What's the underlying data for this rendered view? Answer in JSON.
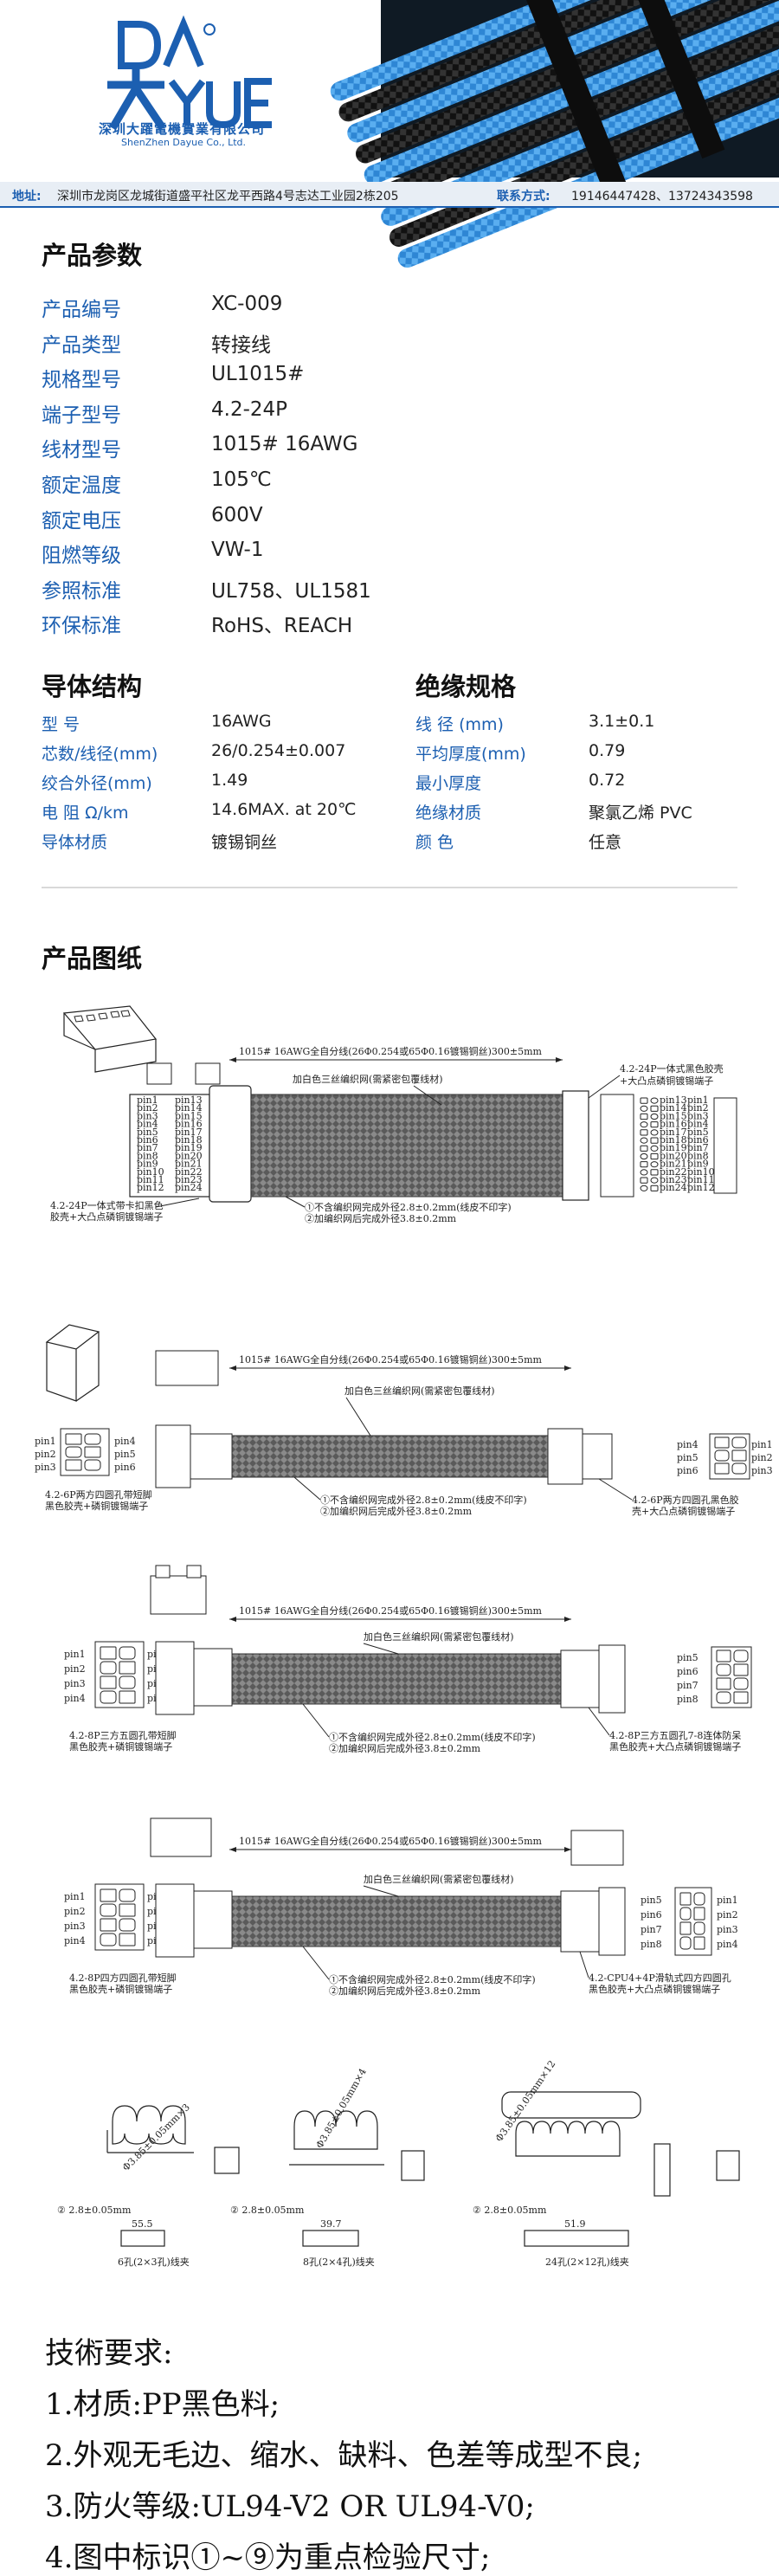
{
  "header": {
    "logo_letters": "DAYUE",
    "logo_cn": "深圳大躍電機實業有限公司",
    "logo_en": "ShenZhen Dayue Co., Ltd.",
    "address_label": "地址:",
    "address": "深圳市龙岗区龙城街道盛平社区龙平西路4号志达工业园2栋205",
    "contact_label": "联系方式:",
    "contact": "19146447428、13724343598"
  },
  "params": {
    "title": "产品参数",
    "rows": [
      {
        "k": "产品编号",
        "v": "XC-009"
      },
      {
        "k": "产品类型",
        "v": "转接线"
      },
      {
        "k": "规格型号",
        "v": "UL1015#"
      },
      {
        "k": "端子型号",
        "v": "4.2-24P"
      },
      {
        "k": "线材型号",
        "v": "1015# 16AWG"
      },
      {
        "k": "额定温度",
        "v": "105℃"
      },
      {
        "k": "额定电压",
        "v": "600V"
      },
      {
        "k": "阻燃等级",
        "v": "VW-1"
      },
      {
        "k": "参照标准",
        "v": "UL758、UL1581"
      },
      {
        "k": "环保标准",
        "v": "RoHS、REACH"
      }
    ]
  },
  "conductor": {
    "title": "导体结构",
    "rows": [
      {
        "k": "型  号",
        "v": "16AWG"
      },
      {
        "k": "芯数/线径(mm)",
        "v": "26/0.254±0.007"
      },
      {
        "k": "绞合外径(mm)",
        "v": "1.49"
      },
      {
        "k": "电 阻 Ω/km",
        "v": "14.6MAX. at 20℃"
      },
      {
        "k": "导体材质",
        "v": "镀锡铜丝"
      }
    ]
  },
  "insulation": {
    "title": "绝缘规格",
    "rows": [
      {
        "k": "线 径 (mm)",
        "v": "3.1±0.1"
      },
      {
        "k": "平均厚度(mm)",
        "v": "0.79"
      },
      {
        "k": "最小厚度",
        "v": "0.72"
      },
      {
        "k": "绝缘材质",
        "v": "聚氯乙烯 PVC"
      },
      {
        "k": "颜  色",
        "v": "任意"
      }
    ]
  },
  "drawings": {
    "title": "产品图纸",
    "d1": {
      "dim": "1015# 16AWG全自分线(26Φ0.254或65Φ0.16镀锡铜丝)300±5mm",
      "braid": "加白色三丝编织网(需紧密包覆线材)",
      "right_note1": "4.2-24P一体式黑色胶壳",
      "right_note2": "+大凸点磷铜镀锡端子",
      "left_note1": "4.2-24P一体式带卡扣黑色",
      "left_note2": "胶壳+大凸点磷铜镀锡端子",
      "n1": "①不含编织网完成外径2.8±0.2mm(线皮不印字)",
      "n2": "②加编织网后完成外径3.8±0.2mm",
      "pins_left_a": [
        "pin13",
        "pin14",
        "pin15",
        "pin16",
        "pin17",
        "pin18",
        "pin19",
        "pin20",
        "pin21",
        "pin22",
        "pin23",
        "pin24"
      ],
      "pins_left_b": [
        "pin1",
        "pin2",
        "pin3",
        "pin4",
        "pin5",
        "pin6",
        "pin7",
        "pin8",
        "pin9",
        "pin10",
        "pin11",
        "pin12"
      ]
    },
    "d2": {
      "dim": "1015# 16AWG全自分线(26Φ0.254或65Φ0.16镀锡铜丝)300±5mm",
      "braid": "加白色三丝编织网(需紧密包覆线材)",
      "left_note1": "4.2-6P两方四圆孔带短脚",
      "left_note2": "黑色胶壳+磷铜镀锡端子",
      "right_note1": "4.2-6P两方四圆孔黑色胶",
      "right_note2": "壳+大凸点磷铜镀锡端子",
      "n1": "①不含编织网完成外径2.8±0.2mm(线皮不印字)",
      "n2": "②加编织网后完成外径3.8±0.2mm",
      "pins_l": [
        "pin1",
        "pin2",
        "pin3"
      ],
      "pins_r": [
        "pin4",
        "pin5",
        "pin6"
      ]
    },
    "d3": {
      "dim": "1015# 16AWG全自分线(26Φ0.254或65Φ0.16镀锡铜丝)300±5mm",
      "braid": "加白色三丝编织网(需紧密包覆线材)",
      "left_note1": "4.2-8P三方五圆孔带短脚",
      "left_note2": "黑色胶壳+磷铜镀锡端子",
      "right_note1": "4.2-8P三方五圆孔7-8连体防呆",
      "right_note2": "黑色胶壳+大凸点磷铜镀锡端子",
      "n1": "①不含编织网完成外径2.8±0.2mm(线皮不印字)",
      "n2": "②加编织网后完成外径3.8±0.2mm",
      "pins_l": [
        "pin1",
        "pin2",
        "pin3",
        "pin4"
      ],
      "pins_r": [
        "pin5",
        "pin6",
        "pin7",
        "pin8"
      ]
    },
    "d4": {
      "dim": "1015# 16AWG全自分线(26Φ0.254或65Φ0.16镀锡铜丝)300±5mm",
      "braid": "加白色三丝编织网(需紧密包覆线材)",
      "left_note1": "4.2-8P四方四圆孔带短脚",
      "left_note2": "黑色胶壳+磷铜镀锡端子",
      "right_note1": "4.2-CPU4+4P滑轨式四方四圆孔",
      "right_note2": "黑色胶壳+大凸点磷铜镀锡端子",
      "n1": "①不含编织网完成外径2.8±0.2mm(线皮不印字)",
      "n2": "②加编织网后完成外径3.8±0.2mm",
      "pins_l": [
        "pin1",
        "pin2",
        "pin3",
        "pin4"
      ],
      "pins_m": [
        "pin5",
        "pin6",
        "pin7",
        "pin8"
      ],
      "pins_r1": [
        "pin5",
        "pin6",
        "pin7",
        "pin8"
      ],
      "pins_r2": [
        "pin1",
        "pin2",
        "pin3",
        "pin4"
      ]
    },
    "clips": {
      "c1_hole": "Φ3.85±0.05mm×3",
      "c1_pitch": "② 2.8±0.05mm",
      "c1_w": "55.5",
      "c1_label": "6孔(2×3孔)线夹",
      "c2_hole": "Φ3.85±0.05mm×4",
      "c2_pitch": "② 2.8±0.05mm",
      "c2_w": "39.7",
      "c2_label": "8孔(2×4孔)线夹",
      "c3_hole": "Φ3.85±0.05mm×12",
      "c3_pitch": "② 2.8±0.05mm",
      "c3_w": "51.9",
      "c3_label": "24孔(2×12孔)线夹"
    }
  },
  "tech": {
    "title": "技術要求:",
    "items": [
      "1.材质:PP黑色料;",
      "2.外观无毛边、缩水、缺料、色差等成型不良;",
      "3.防火等级:UL94-V2 OR UL94-V0;",
      "4.图中标识①~⑨为重点检验尺寸;"
    ]
  }
}
